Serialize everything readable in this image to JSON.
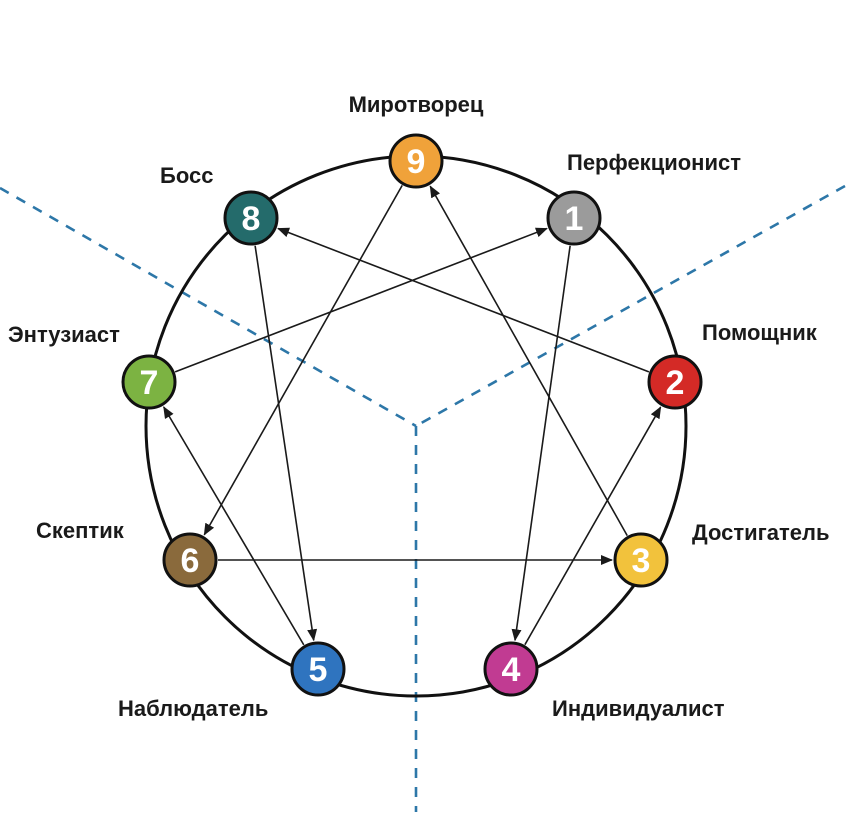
{
  "colors": {
    "accent_dash": "#2d77a8",
    "ring": "#111111"
  },
  "nodes": [
    {
      "id": "1",
      "number": "1",
      "label": "Перфекционист",
      "color": "#9b9b9b"
    },
    {
      "id": "2",
      "number": "2",
      "label": "Помощник",
      "color": "#d42a26"
    },
    {
      "id": "3",
      "number": "3",
      "label": "Достигатель",
      "color": "#f2c23c"
    },
    {
      "id": "4",
      "number": "4",
      "label": "Индивидуалист",
      "color": "#c13b92"
    },
    {
      "id": "5",
      "number": "5",
      "label": "Наблюдатель",
      "color": "#2f74bf"
    },
    {
      "id": "6",
      "number": "6",
      "label": "Скептик",
      "color": "#8a6a3c"
    },
    {
      "id": "7",
      "number": "7",
      "label": "Энтузиаст",
      "color": "#7cb342"
    },
    {
      "id": "8",
      "number": "8",
      "label": "Босс",
      "color": "#246b6b"
    },
    {
      "id": "9",
      "number": "9",
      "label": "Миротворец",
      "color": "#f0a23a"
    }
  ],
  "arrows": [
    {
      "from": "1",
      "to": "4"
    },
    {
      "from": "4",
      "to": "2"
    },
    {
      "from": "2",
      "to": "8"
    },
    {
      "from": "8",
      "to": "5"
    },
    {
      "from": "5",
      "to": "7"
    },
    {
      "from": "7",
      "to": "1"
    },
    {
      "from": "3",
      "to": "9"
    },
    {
      "from": "9",
      "to": "6"
    },
    {
      "from": "6",
      "to": "3"
    }
  ]
}
